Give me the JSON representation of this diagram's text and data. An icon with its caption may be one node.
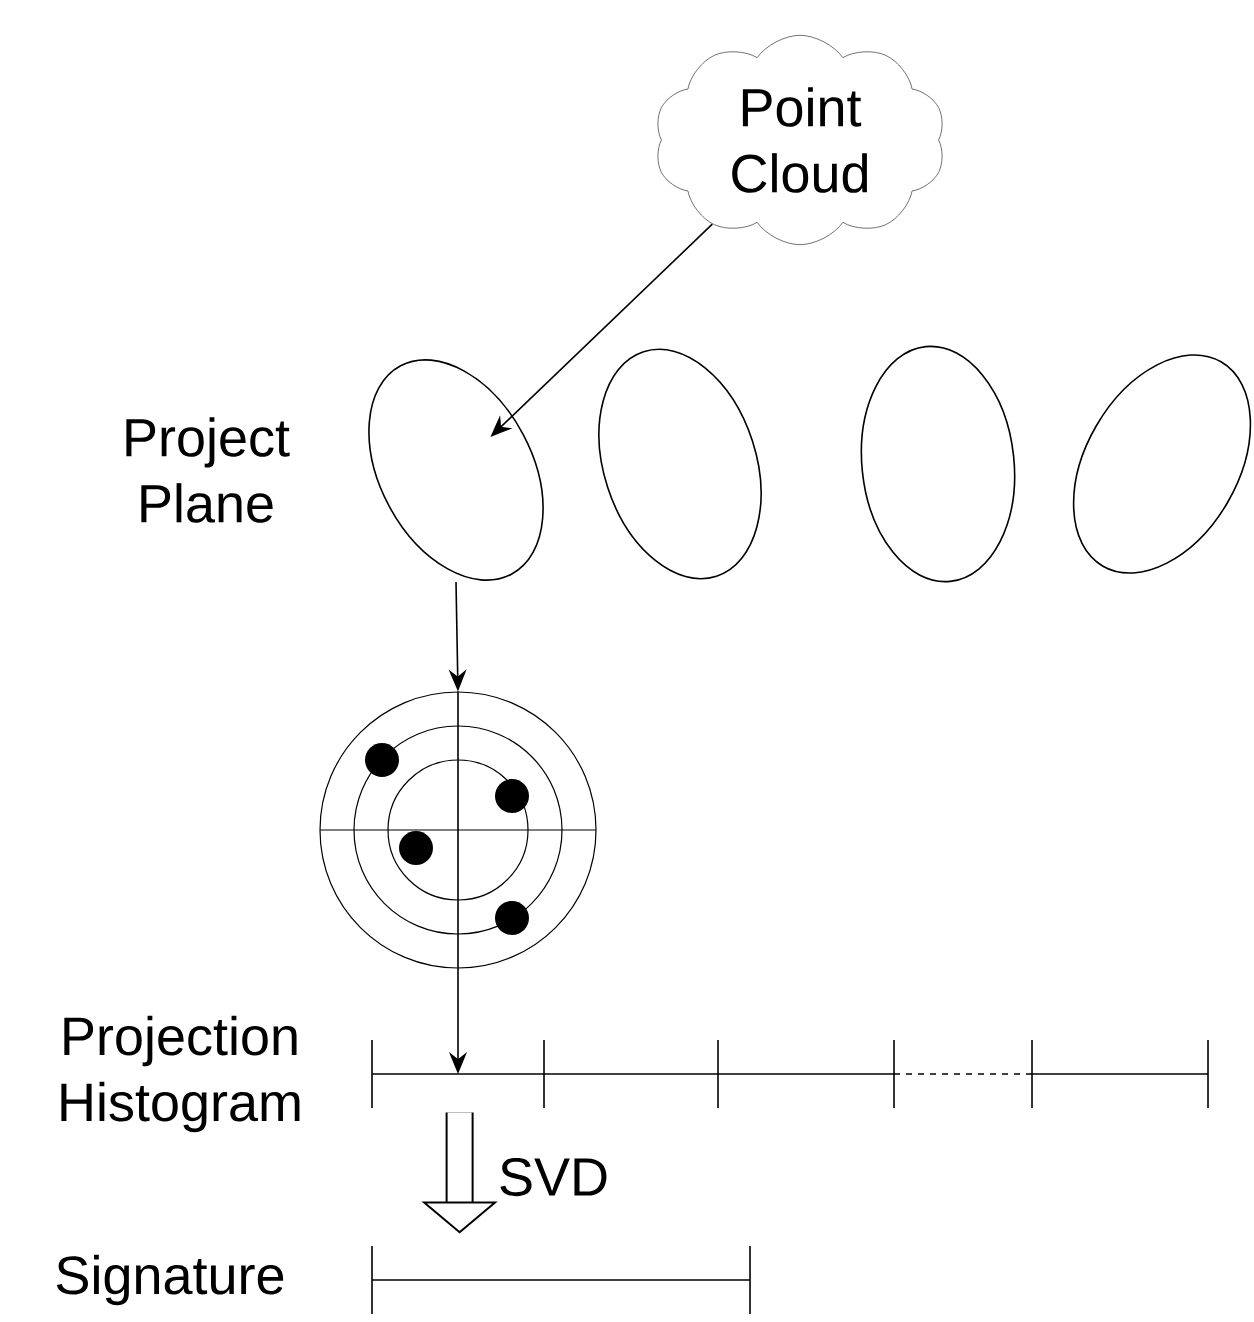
{
  "diagram": {
    "nodes": [
      {
        "text": [
          "Point Cloud"
        ]
      },
      {
        "text": [],
        "shape": "ellipse",
        "beside": [
          "Project Plane"
        ]
      },
      {
        "text": [],
        "shape": "ellipse"
      },
      {
        "text": [],
        "shape": "ellipse"
      },
      {
        "text": [],
        "shape": "ellipse"
      },
      {
        "text": [],
        "shape": "circle"
      },
      {
        "text": [
          "Projection Histogram"
        ]
      },
      {
        "text": [
          "Signature"
        ]
      }
    ],
    "edges": [
      {
        "from": 0,
        "to": 1,
        "arrow": "to"
      },
      {
        "from": 1,
        "to": 5,
        "arrow": "to"
      },
      {
        "from": 5,
        "to": 6,
        "arrow": "to"
      },
      {
        "from": 6,
        "to": 7,
        "arrow": "to",
        "label": "SVD",
        "style": "thick"
      }
    ]
  }
}
